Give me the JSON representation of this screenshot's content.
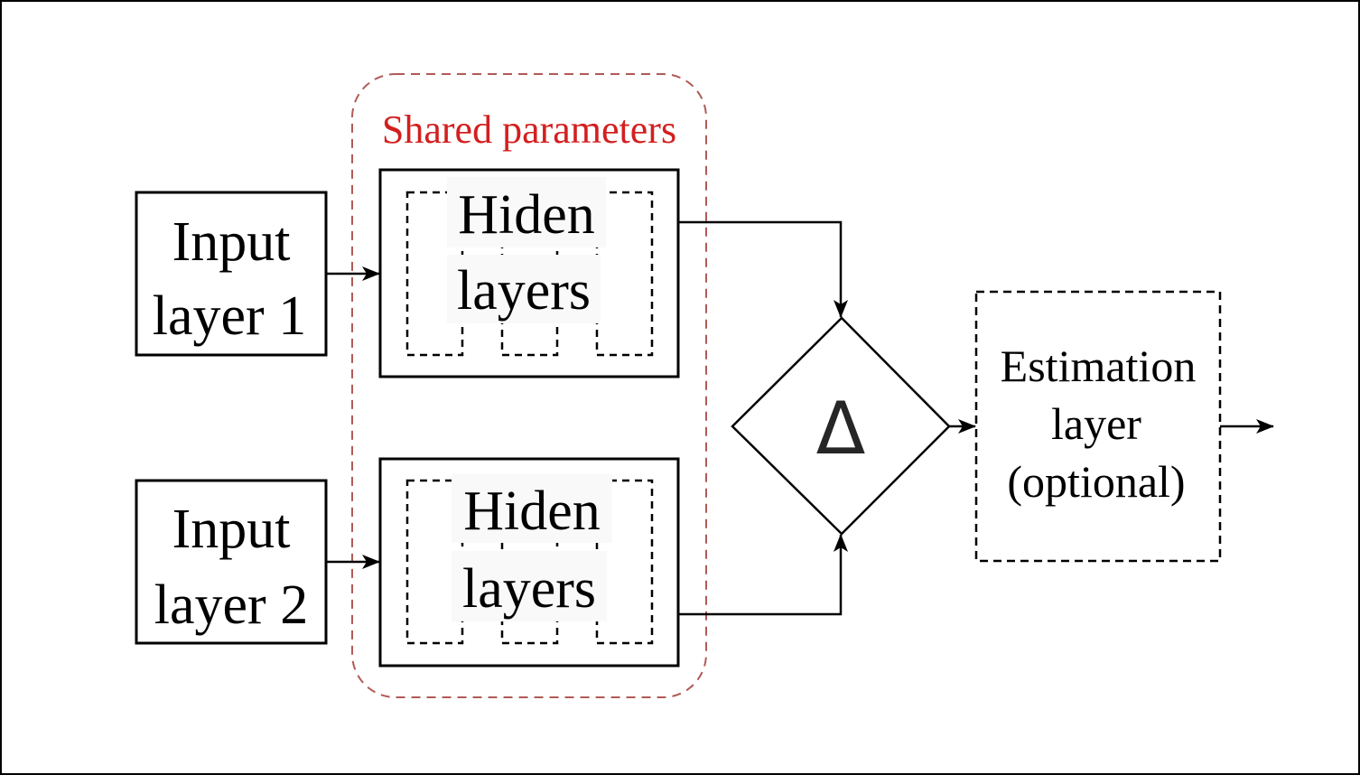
{
  "diagram": {
    "type": "siamese-network-block-diagram",
    "shared_group": {
      "label": "Shared parameters",
      "label_color": "#d31f1f",
      "border_color": "#b05a57"
    },
    "nodes": {
      "input1": {
        "line1": "Input",
        "line2": "layer 1"
      },
      "input2": {
        "line1": "Input",
        "line2": "layer 2"
      },
      "hidden1": {
        "line1": "Hiden",
        "line2": "layers"
      },
      "hidden2": {
        "line1": "Hiden",
        "line2": "layers"
      },
      "delta": {
        "symbol": "Δ",
        "color": "#262626"
      },
      "estimation": {
        "line1": "Estimation",
        "line2": "layer",
        "line3": "(optional)"
      }
    },
    "edges": [
      {
        "from": "input1",
        "to": "hidden1"
      },
      {
        "from": "input2",
        "to": "hidden2"
      },
      {
        "from": "hidden1",
        "to": "delta"
      },
      {
        "from": "hidden2",
        "to": "delta"
      },
      {
        "from": "delta",
        "to": "estimation"
      },
      {
        "from": "estimation",
        "to": "output"
      }
    ]
  }
}
